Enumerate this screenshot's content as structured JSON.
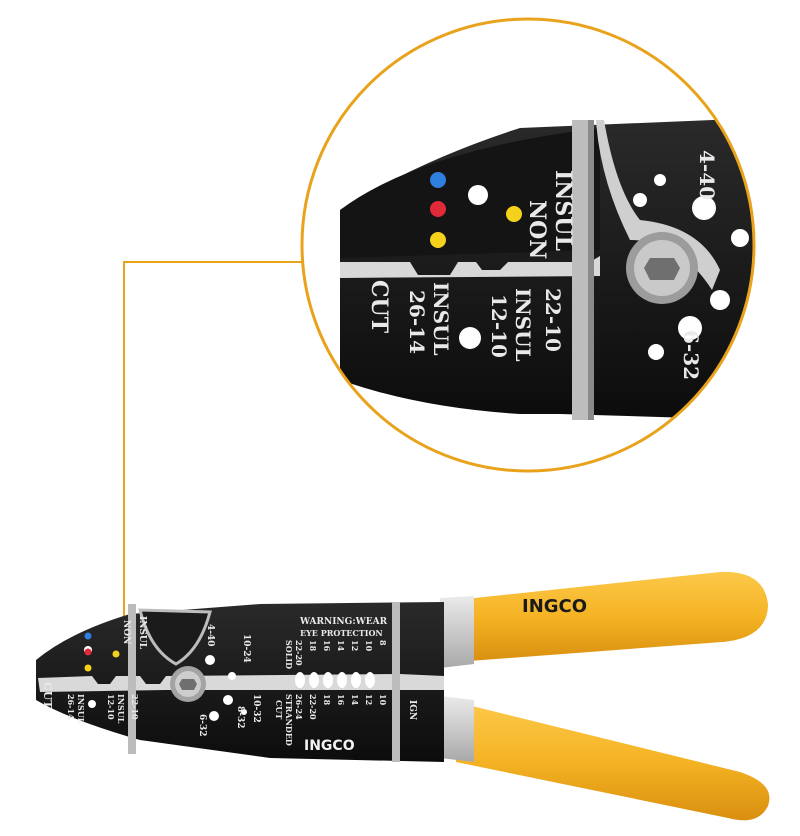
{
  "colors": {
    "accent": "#e9a21b",
    "handle": "#f5b324",
    "blade": "#121212",
    "stamp": "#e9e9e9",
    "grip_cap": "#c8c8c8"
  },
  "zoom_view": {
    "labels": {
      "non": "NON",
      "insul": "INSUL",
      "range_4_40": "4-40",
      "cut": "CUT",
      "range_26_14": "26-14",
      "insul_2": "INSUL",
      "range_12_10": "12-10",
      "insul_3": "INSUL",
      "range_22_10": "22-10",
      "range_6_32": "6-32"
    }
  },
  "tool": {
    "brand_handle": "INGCO",
    "brand_blade": "INGCO",
    "labels": {
      "cut": "CUT",
      "range_26_14": "26-14",
      "insul": "INSUL",
      "range_12_10": "12-10",
      "insul_2": "INSUL",
      "range_22_10": "22-10",
      "non": "NON",
      "insul_3": "INSUL",
      "range_4_40": "4-40",
      "range_6_32": "6-32",
      "range_8_32": "8-32",
      "range_10_24": "10-24",
      "range_10_32": "10-32",
      "warning_1": "WARNING:WEAR",
      "warning_2": "EYE PROTECTION",
      "solid": "SOLID",
      "stranded": "STRANDED",
      "cut_2": "CUT",
      "ign": "IGN",
      "solid_gauges": [
        "22-20",
        "18",
        "16",
        "14",
        "12",
        "10",
        "8"
      ],
      "stranded_gauges": [
        "26-24",
        "22-20",
        "18",
        "16",
        "14",
        "12",
        "10"
      ]
    }
  }
}
